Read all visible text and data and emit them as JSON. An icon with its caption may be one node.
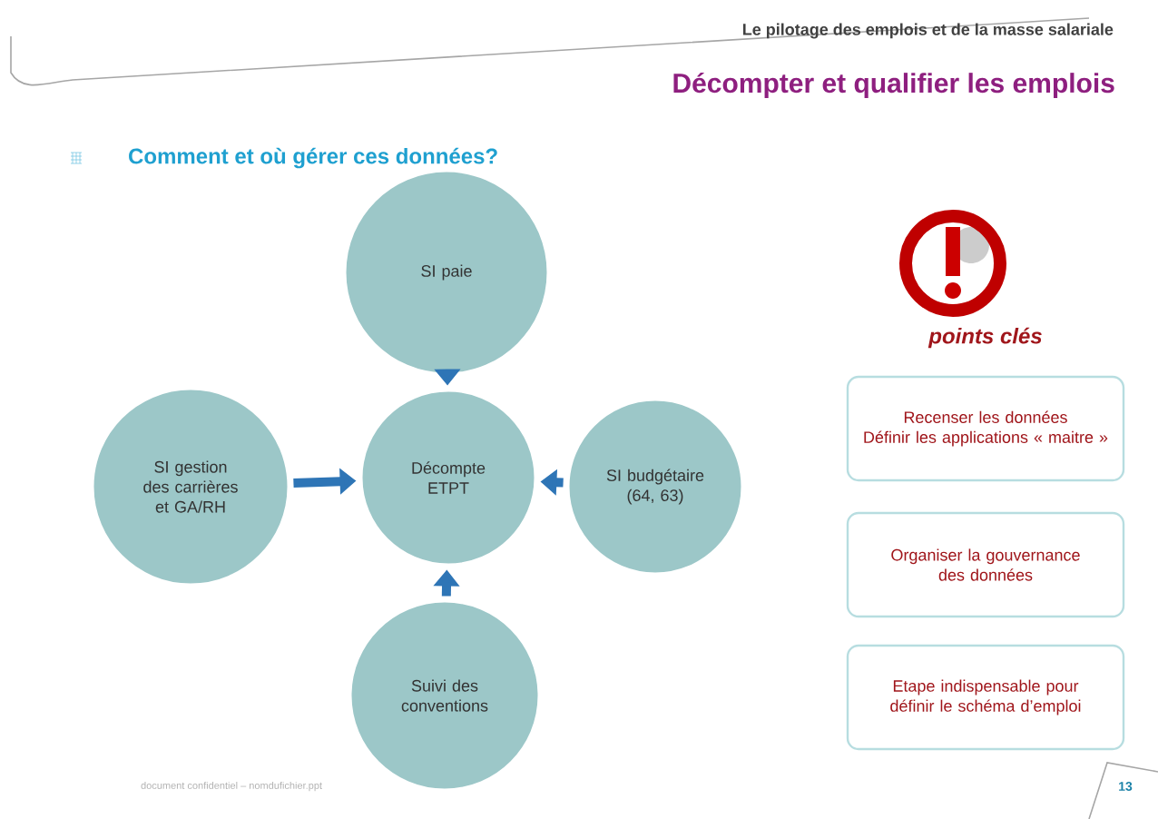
{
  "diagram": {
    "title": "Décompter et qualifier les emplois",
    "nodes": [
      {
        "text": [
          "Décompte ETPT"
        ]
      },
      {
        "text": [
          "SI paie"
        ]
      },
      {
        "text": [
          "SI budgétaire (64, 63)"
        ]
      },
      {
        "text": [
          "Suivi des conventions"
        ]
      },
      {
        "text": [
          "SI gestion des carrières et GA/RH"
        ]
      },
      {
        "text": [
          "Recenser les données",
          "Définir les applications « maitre »"
        ]
      },
      {
        "text": [
          "Organiser la gouvernance des données"
        ]
      },
      {
        "text": [
          "Etape indispensable pour définir le schéma d’emploi"
        ]
      }
    ],
    "edges": [
      {
        "from": 1,
        "to": 0,
        "arrow": "to"
      },
      {
        "from": 2,
        "to": 0,
        "arrow": "to"
      },
      {
        "from": 3,
        "to": 0,
        "arrow": "to"
      },
      {
        "from": 4,
        "to": 0,
        "arrow": "to"
      }
    ],
    "labels": [
      "Le pilotage des emplois et de la masse salariale",
      "Comment et où gérer ces données?",
      "points clés",
      "document confidentiel – nomdufichier.ppt",
      "13"
    ]
  }
}
